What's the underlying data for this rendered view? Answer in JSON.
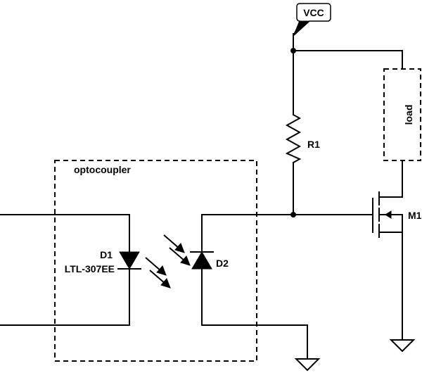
{
  "labels": {
    "vcc": "VCC",
    "r1": "R1",
    "load": "load",
    "optocoupler": "optocoupler",
    "d1": "D1",
    "d1_part": "LTL-307EE",
    "d2": "D2",
    "m1": "M1"
  },
  "colors": {
    "ink": "#000000",
    "background": "#ffffff"
  }
}
